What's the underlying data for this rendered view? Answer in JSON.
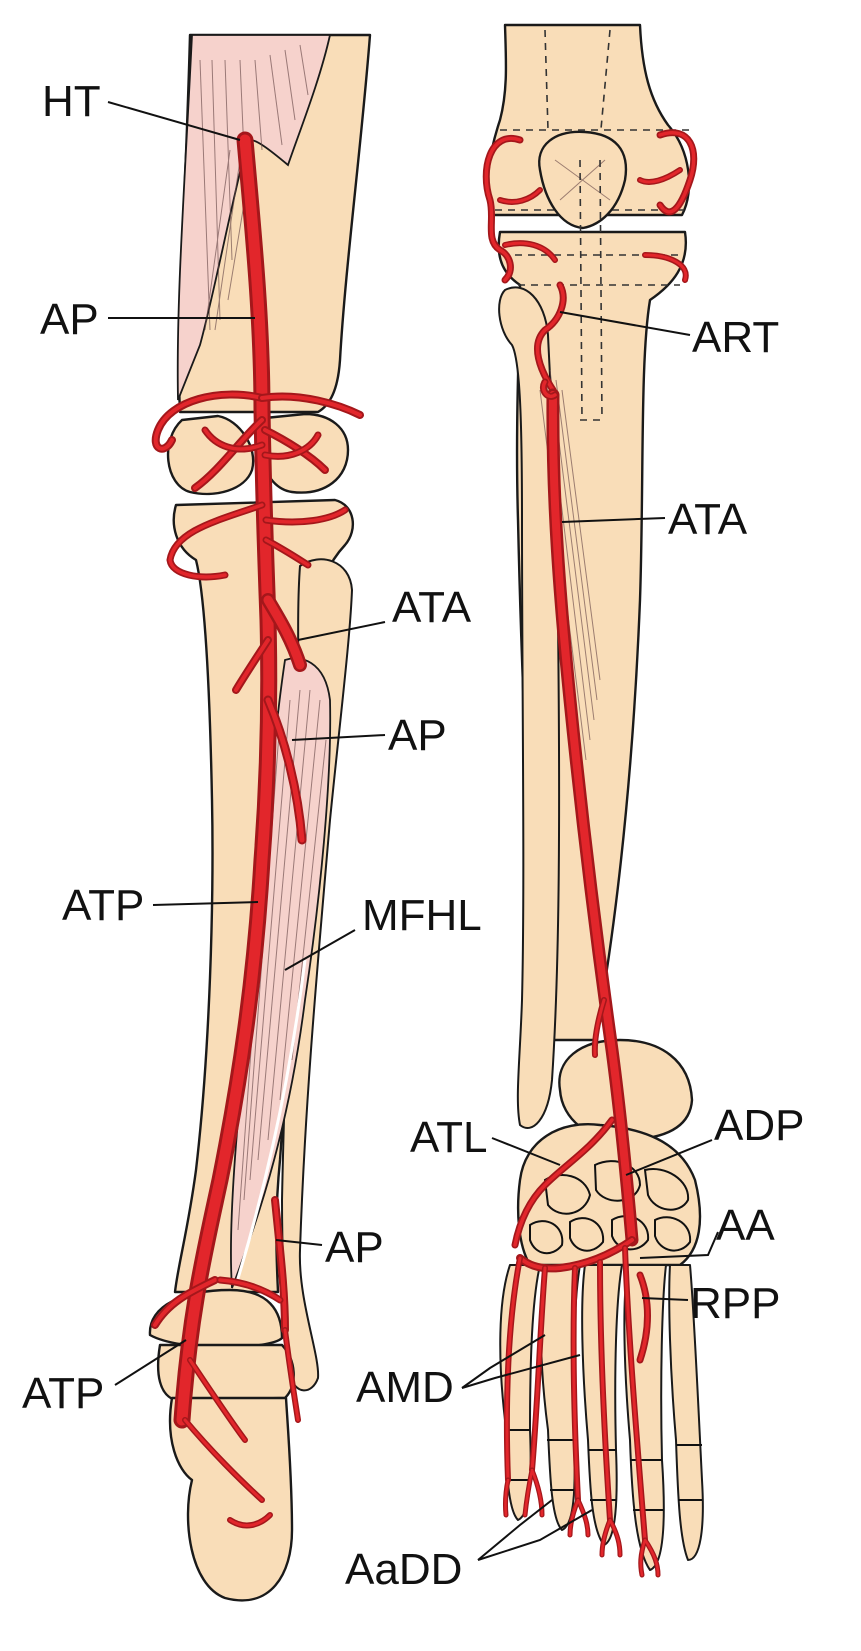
{
  "labels": {
    "ht": "HT",
    "ap_thigh": "AP",
    "ata_left": "ATA",
    "ap_mid": "AP",
    "atp_mid": "ATP",
    "mfhl": "MFHL",
    "ap_ankle": "AP",
    "atp_foot": "ATP",
    "art": "ART",
    "ata_right": "ATA",
    "atl": "ATL",
    "adp": "ADP",
    "aa": "AA",
    "rpp": "RPP",
    "amd": "AMD",
    "aadd": "AaDD"
  },
  "colors": {
    "bone": "#f9ddb8",
    "muscle": "#f6d2cc",
    "artery": "#e2262b",
    "artery_outline": "#a4171b",
    "ink": "#111111"
  }
}
